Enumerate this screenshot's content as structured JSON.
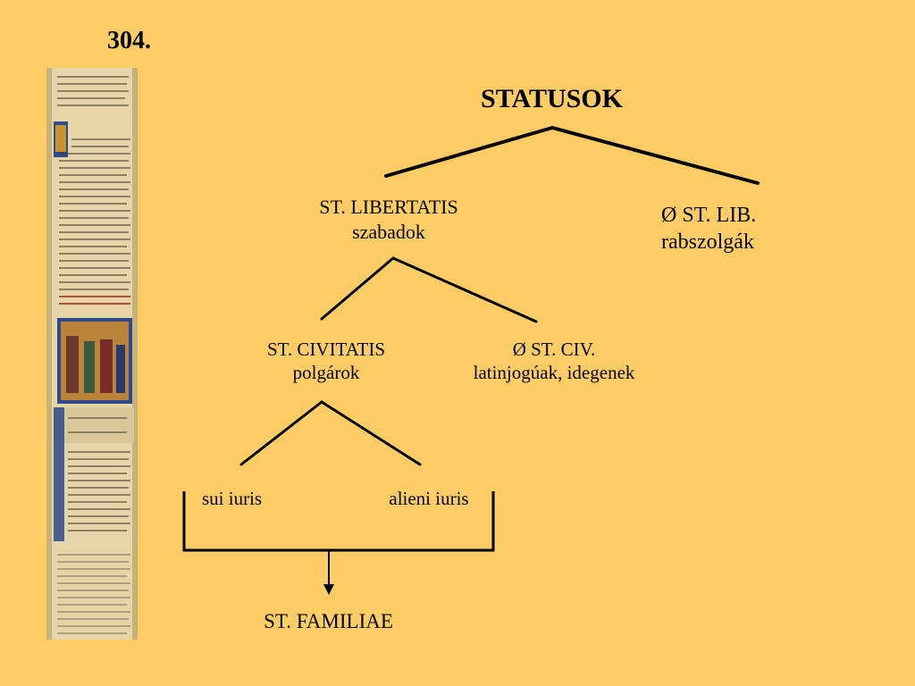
{
  "slide": {
    "number": "304."
  },
  "tree": {
    "root": "STATUSOK",
    "libertatis": {
      "line1": "ST. LIBERTATIS",
      "line2": "szabadok"
    },
    "non_libertatis": {
      "line1": "Ø ST. LIB.",
      "line2": "rabszolgák"
    },
    "civitatis": {
      "line1": "ST. CIVITATIS",
      "line2": "polgárok"
    },
    "non_civitatis": {
      "line1": "Ø ST. CIV.",
      "line2": "latinjogúak, idegenek"
    },
    "sui_iuris": "sui iuris",
    "alieni_iuris": "alieni iuris",
    "familiae": "ST. FAMILIAE"
  },
  "colors": {
    "background": "#FFCC66",
    "lines": "#000000"
  },
  "images": {
    "manuscript_strip": "illuminated-manuscript-strip"
  }
}
